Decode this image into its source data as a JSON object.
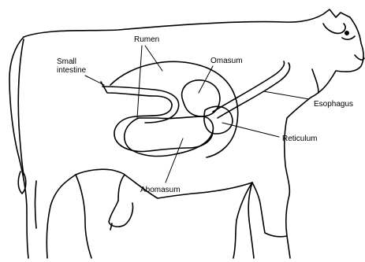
{
  "diagram": {
    "labels": {
      "small_intestine_line1": "Small",
      "small_intestine_line2": "intestine",
      "rumen": "Rumen",
      "omasum": "Omasum",
      "esophagus": "Esophagus",
      "reticulum": "Reticulum",
      "abomasum": "Abomasum"
    },
    "colors": {
      "ink": "#000000",
      "paper": "#ffffff"
    }
  }
}
